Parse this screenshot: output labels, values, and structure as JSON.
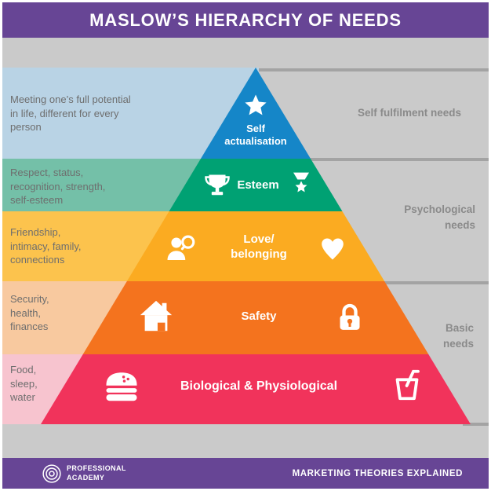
{
  "title": "MASLOW’S HIERARCHY OF NEEDS",
  "levels": [
    {
      "label": "Self\nactualisation",
      "description": "Meeting one’s full potential\nin life, different for every\nperson",
      "band_color": "#1586c8",
      "strip_color": "#b9d3e5",
      "icons": [
        "star-icon"
      ]
    },
    {
      "label": "Esteem",
      "description": "Respect, status,\nrecognition, strength,\nself-esteem",
      "band_color": "#00a173",
      "strip_color": "#74c0a8",
      "icons": [
        "trophy-icon",
        "medal-icon"
      ]
    },
    {
      "label": "Love/\nbelonging",
      "description": "Friendship,\nintimacy, family,\nconnections",
      "band_color": "#fbab21",
      "strip_color": "#fcc34d",
      "icons": [
        "person-chat-icon",
        "heart-icon"
      ]
    },
    {
      "label": "Safety",
      "description": "Security,\nhealth,\nfinances",
      "band_color": "#f4731e",
      "strip_color": "#f8c99f",
      "icons": [
        "house-icon",
        "padlock-icon"
      ]
    },
    {
      "label": "Biological & Physiological",
      "description": "Food,\nsleep,\nwater",
      "band_color": "#f1335b",
      "strip_color": "#f7c4cf",
      "icons": [
        "burger-icon",
        "drink-icon"
      ]
    }
  ],
  "groups": [
    {
      "label": "Self fulfilment needs"
    },
    {
      "label": "Psychological\nneeds"
    },
    {
      "label": "Basic\nneeds"
    }
  ],
  "footer": {
    "brand": "PROFESSIONAL\nACADEMY",
    "brand_icon": "spiral-logo-icon",
    "right_text": "MARKETING THEORIES EXPLAINED"
  },
  "colors": {
    "header_footer_purple": "#674595",
    "background_gray": "#cacaca",
    "divider_gray": "#a3a3a3",
    "text_description": "#6e6e6e",
    "text_group": "#8a8a8a"
  }
}
